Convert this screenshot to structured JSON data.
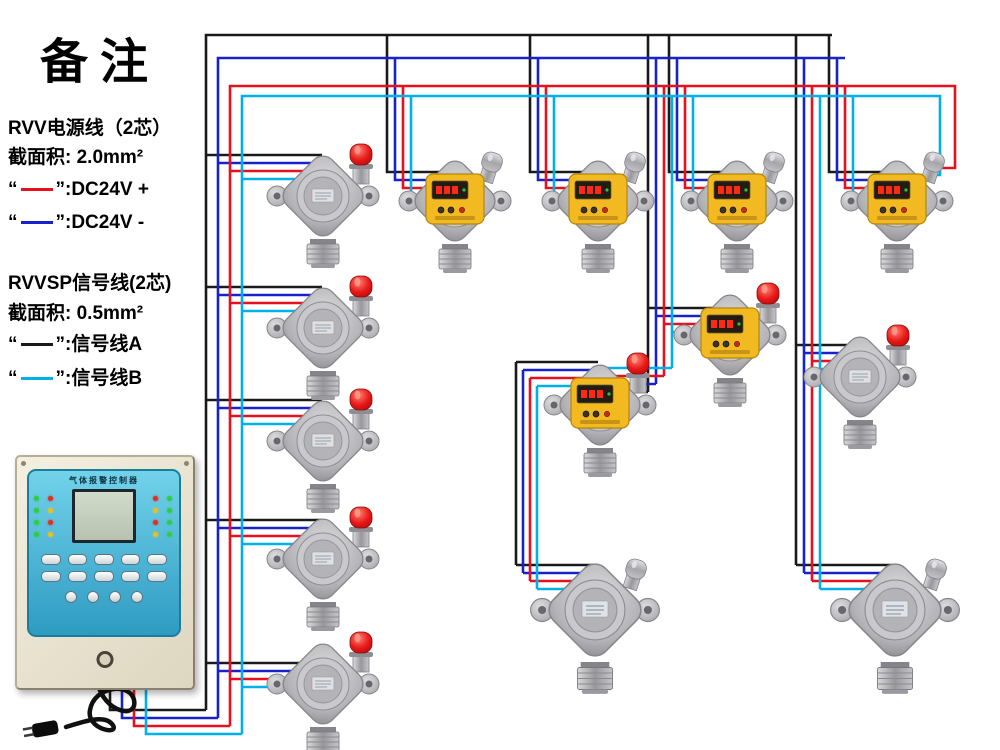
{
  "title": "备注",
  "legend": {
    "quote_open": "“",
    "quote_close": "”",
    "power": {
      "title": "RVV电源线（2芯）",
      "area": "截面积: 2.0mm²",
      "items": [
        {
          "label": ":DC24V +",
          "color": "#e8101c"
        },
        {
          "label": ":DC24V -",
          "color": "#1822cc"
        }
      ]
    },
    "signal": {
      "title": "RVVSP信号线(2芯)",
      "area": "截面积: 0.5mm²",
      "items": [
        {
          "label": ":信号线A",
          "color": "#1a1a1a"
        },
        {
          "label": ":信号线B",
          "color": "#00b0e8"
        }
      ]
    }
  },
  "controller": {
    "label": "气体报警控制器"
  },
  "wires": {
    "colors": {
      "black": "#1a1a1a",
      "blue": "#1822cc",
      "red": "#e8101c",
      "cyan": "#00b0e8"
    }
  }
}
